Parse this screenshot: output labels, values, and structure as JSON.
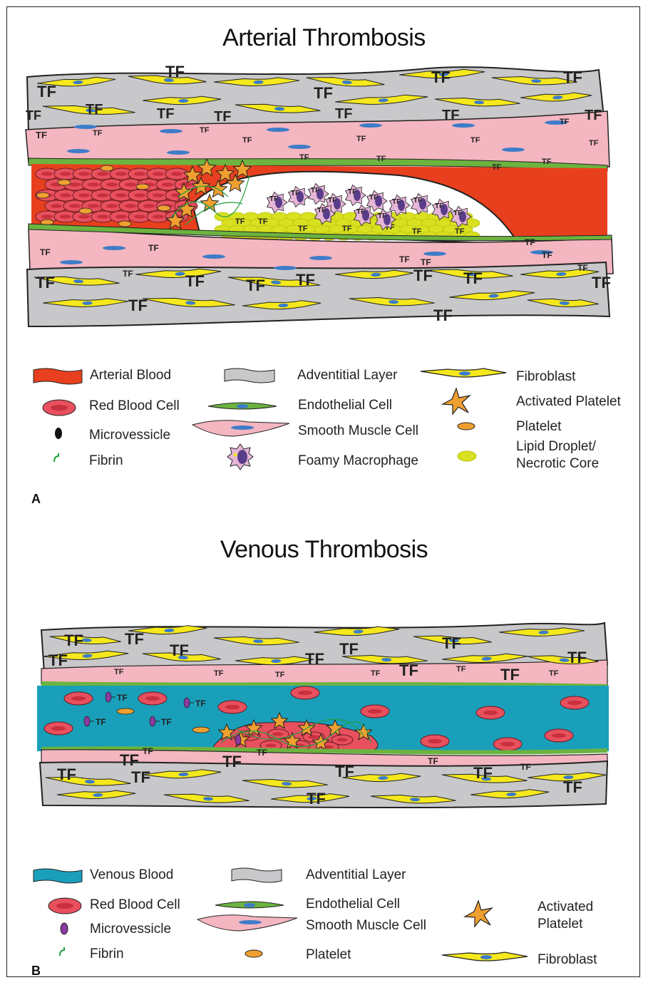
{
  "panel_a": {
    "title": "Arterial Thrombosis",
    "letter": "A",
    "tf_label": "TF",
    "legend": {
      "arterial_blood": "Arterial Blood",
      "red_blood_cell": "Red Blood Cell",
      "microvesicle": "Microvessicle",
      "fibrin": "Fibrin",
      "adventitial_layer": "Adventitial Layer",
      "endothelial_cell": "Endothelial Cell",
      "smooth_muscle_cell": "Smooth Muscle Cell",
      "foamy_macrophage": "Foamy Macrophage",
      "fibroblast": "Fibroblast",
      "activated_platelet": "Activated Platelet",
      "platelet": "Platelet",
      "lipid_droplet": "Lipid Droplet/\nNecrotic Core"
    }
  },
  "panel_b": {
    "title": "Venous Thrombosis",
    "letter": "B",
    "tf_label": "TF",
    "legend": {
      "venous_blood": "Venous Blood",
      "red_blood_cell": "Red Blood Cell",
      "microvesicle": "Microvessicle",
      "fibrin": "Fibrin",
      "adventitial_layer": "Adventitial Layer",
      "endothelial_cell": "Endothelial Cell",
      "smooth_muscle_cell": "Smooth Muscle Cell",
      "platelet": "Platelet",
      "activated_platelet": "Activated\nPlatelet",
      "fibroblast": "Fibroblast"
    }
  },
  "colors": {
    "arterial_blood": "#e8401e",
    "venous_blood": "#1a9fba",
    "adventitia": "#c8c8ca",
    "smooth_muscle": "#f4b6c0",
    "endothelium": "#6cb33f",
    "fibroblast": "#f5e81c",
    "nucleus": "#3d7cc9",
    "rbc": "#e8505e",
    "platelet": "#f0a030",
    "lipid": "#d8e020",
    "macrophage": "#e6b6d6"
  }
}
